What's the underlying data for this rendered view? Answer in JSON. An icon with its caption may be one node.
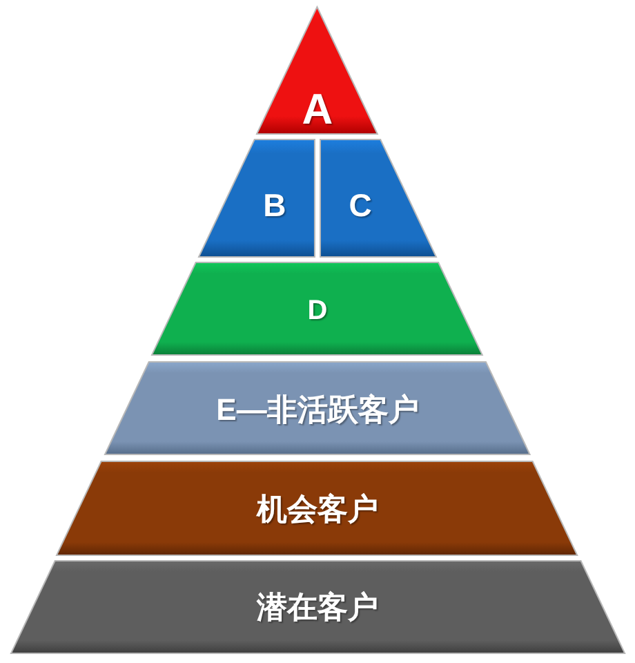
{
  "diagram": {
    "nodes": [
      {
        "text": [
          "A"
        ]
      },
      {
        "text": [
          "B"
        ]
      },
      {
        "text": [
          "C"
        ]
      },
      {
        "text": [
          "D"
        ]
      },
      {
        "text": [
          "E—非活跃客户"
        ]
      },
      {
        "text": [
          "机会客户"
        ]
      },
      {
        "text": [
          "潜在客户"
        ]
      }
    ]
  }
}
